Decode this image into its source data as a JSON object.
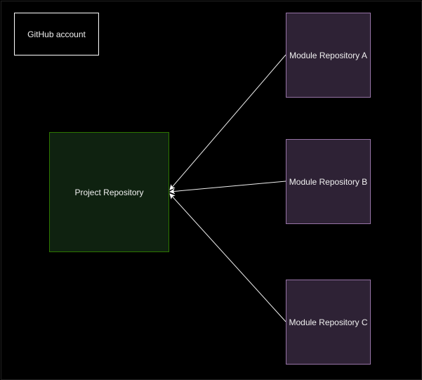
{
  "diagram": {
    "account_label": "GitHub account",
    "project_label": "Project Repository",
    "modules": [
      {
        "label": "Module Repository A"
      },
      {
        "label": "Module Repository B"
      },
      {
        "label": "Module Repository C"
      }
    ],
    "edges": [
      {
        "from": "Module Repository A",
        "to": "Project Repository"
      },
      {
        "from": "Module Repository B",
        "to": "Project Repository"
      },
      {
        "from": "Module Repository C",
        "to": "Project Repository"
      }
    ]
  }
}
